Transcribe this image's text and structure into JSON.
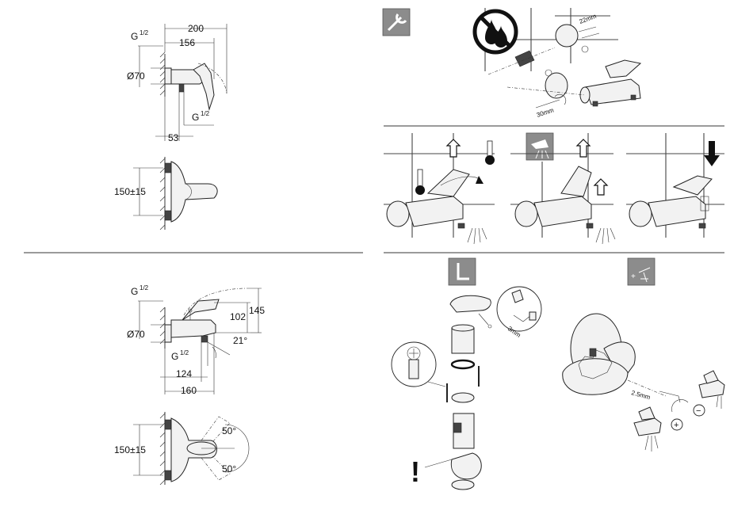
{
  "dimensions": {
    "top_view": {
      "width_total": "200",
      "width_body": "156",
      "thread_top": "G",
      "thread_top_frac": "1/2",
      "diameter": "Ø70",
      "thread_bottom": "G",
      "thread_bottom_frac": "1/2",
      "depth": "53"
    },
    "top_front": {
      "spacing": "150±15"
    },
    "bottom_view": {
      "thread_top": "G",
      "thread_top_frac": "1/2",
      "diameter": "Ø70",
      "height_spout": "102",
      "height_total": "145",
      "thread_bottom": "G",
      "thread_bottom_frac": "1/2",
      "angle": "21°",
      "reach": "124",
      "length": "160"
    },
    "bottom_front": {
      "spacing": "150±15",
      "angle_up": "50°",
      "angle_down": "50°"
    }
  },
  "installation": {
    "wrench_size_top": "22mm",
    "wrench_size_bottom": "30mm"
  },
  "cartridge": {
    "hex_key": "3mm",
    "warning": "!"
  },
  "temperature_limit": {
    "hex_key": "2.5mm",
    "plus": "+",
    "minus": "−"
  },
  "icons": [
    "wrench-icon",
    "no-water-icon",
    "thermometer-icon",
    "spray-icon",
    "hex-key-icon",
    "flow-adjust-icon"
  ]
}
